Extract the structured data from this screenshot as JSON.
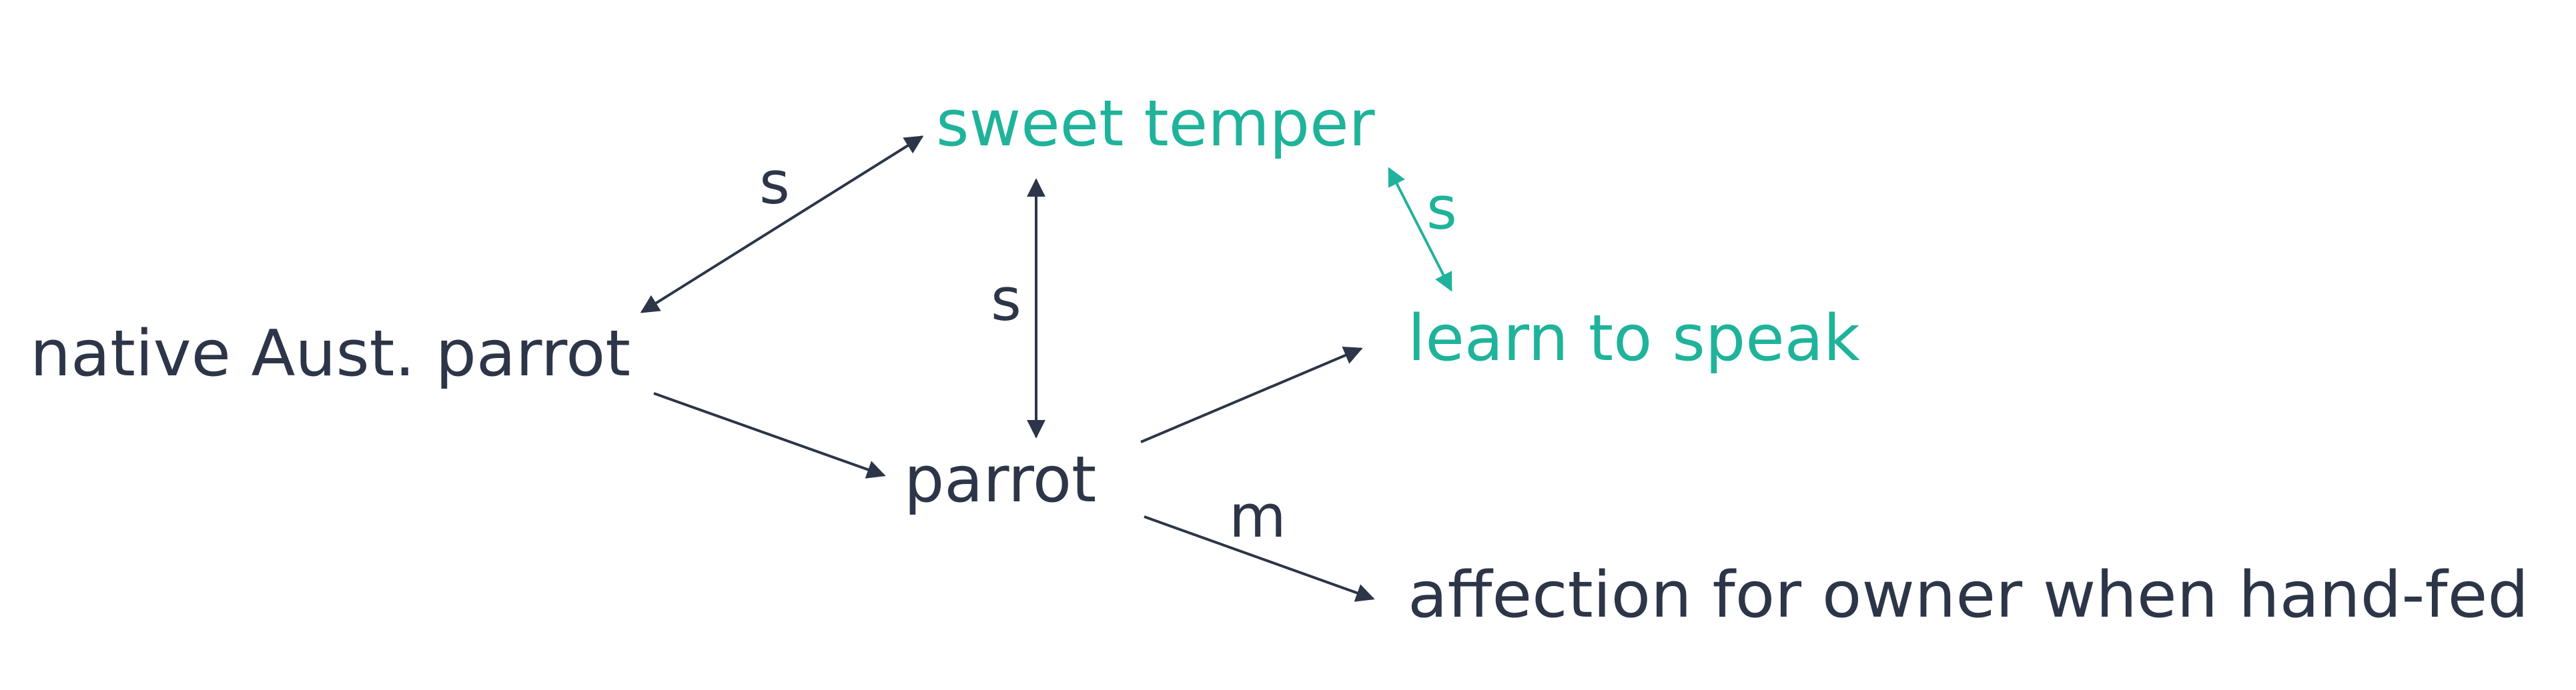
{
  "colors": {
    "dark": "#2d3648",
    "accent": "#1fb39b"
  },
  "nodes": {
    "native_aust_parrot": "native Aust. parrot",
    "sweet_temper": "sweet temper",
    "parrot": "parrot",
    "learn_to_speak": "learn to speak",
    "affection": "affection for owner when hand-fed"
  },
  "edges": {
    "sweet_native": "s",
    "sweet_parrot": "s",
    "sweet_learn": "s",
    "parrot_affection": "m"
  }
}
